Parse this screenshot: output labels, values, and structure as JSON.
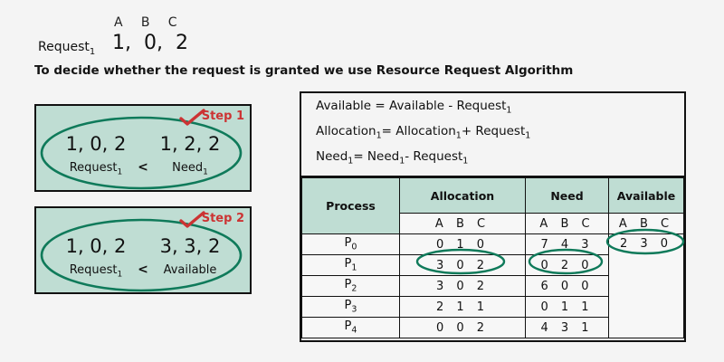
{
  "request": {
    "column_headers": "A    B    C",
    "label": "Request",
    "label_sub": "1",
    "values": "1,  0,  2"
  },
  "intro_text": "To decide whether the request is granted we use Resource Request Algorithm",
  "steps": [
    {
      "tag": "Step 1",
      "check_icon": "red-check-icon",
      "left_value": "1, 0, 2",
      "operator": "<",
      "right_value": "1, 2, 2",
      "left_label": "Request",
      "left_label_sub": "1",
      "right_label": "Need",
      "right_label_sub": "1"
    },
    {
      "tag": "Step 2",
      "check_icon": "red-check-icon",
      "left_value": "1, 0, 2",
      "operator": "<",
      "right_value": "3, 3, 2",
      "left_label": "Request",
      "left_label_sub": "1",
      "right_label": "Available",
      "right_label_sub": ""
    }
  ],
  "formulas": [
    {
      "html_text": "Available = Available - Request",
      "sub": "1",
      "prefix_sub": ""
    },
    {
      "text_a": "Allocation",
      "sub_a": "1",
      "text_b": "= Allocation",
      "sub_b": "1",
      "text_c": "+ Request",
      "sub_c": "1"
    },
    {
      "text_a": "Need",
      "sub_a": "1",
      "text_b": "= Need",
      "sub_b": "1",
      "text_c": "- Request",
      "sub_c": "1"
    }
  ],
  "table": {
    "headers": [
      "Process",
      "Allocation",
      "Need",
      "Available"
    ],
    "subheaders": [
      "",
      "A  B  C",
      "A  B  C",
      "A  B  C"
    ],
    "rows": [
      {
        "process": "P",
        "process_sub": "0",
        "allocation": "0  1  0",
        "need": "7  4  3",
        "available": "2  3  0"
      },
      {
        "process": "P",
        "process_sub": "1",
        "allocation": "3  0  2",
        "need": "0  2  0",
        "available": ""
      },
      {
        "process": "P",
        "process_sub": "2",
        "allocation": "3  0  2",
        "need": "6  0  0",
        "available": ""
      },
      {
        "process": "P",
        "process_sub": "3",
        "allocation": "2  1  1",
        "need": "0  1  1",
        "available": ""
      },
      {
        "process": "P",
        "process_sub": "4",
        "allocation": "0  0  2",
        "need": "4  3  1",
        "available": ""
      }
    ]
  },
  "colors": {
    "page_background": "#f4f4f4",
    "box_fill": "#bfddd3",
    "header_fill": "#bfddd3",
    "accent_green": "#0f7a5a",
    "accent_red": "#cc3333",
    "border": "#111111"
  },
  "annotations": {
    "ellipse_step1": "green-ellipse-highlight",
    "ellipse_step2": "green-ellipse-highlight",
    "ellipse_p1_allocation": "green-ellipse-highlight",
    "ellipse_p1_need": "green-ellipse-highlight",
    "ellipse_available": "green-ellipse-highlight"
  }
}
